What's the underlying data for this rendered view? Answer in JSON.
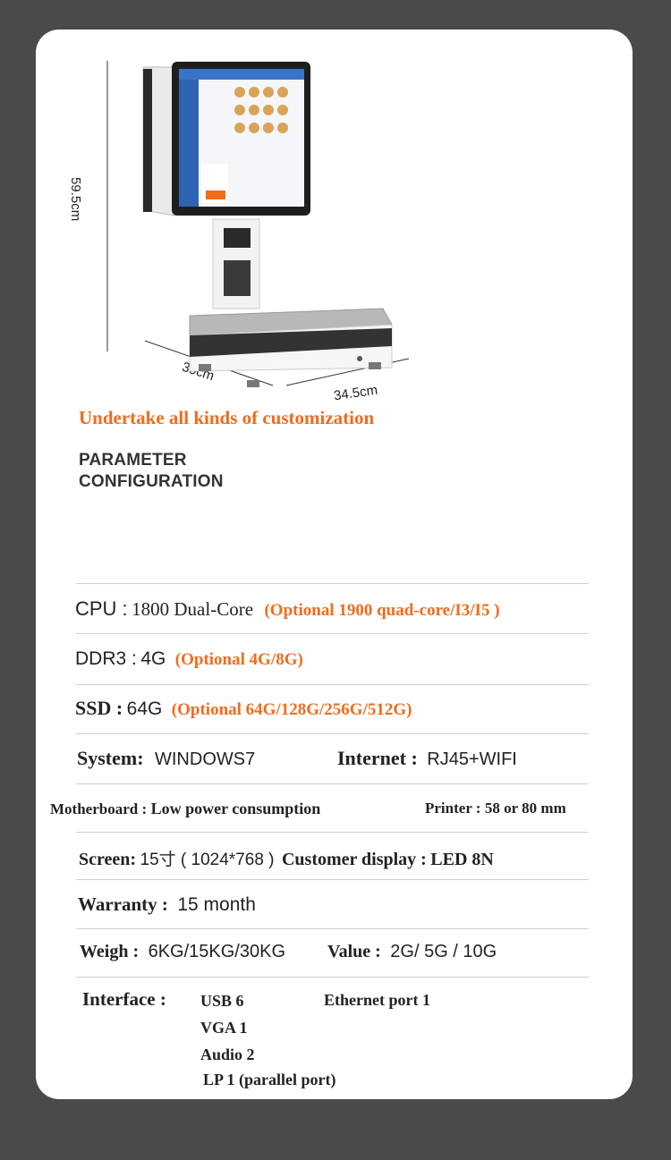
{
  "dimensions": {
    "height": "59.5cm",
    "width": "39cm",
    "depth": "34.5cm"
  },
  "headline": "Undertake all kinds of customization",
  "section_title": [
    "PARAMETER",
    "CONFIGURATION"
  ],
  "specs": {
    "cpu": {
      "label": "CPU :",
      "value": "1800 Dual-Core",
      "option": "(Optional 1900 quad-core/I3/I5 )"
    },
    "ddr": {
      "label": "DDR3 :",
      "value": "4G",
      "option": "(Optional 4G/8G)"
    },
    "ssd": {
      "label": "SSD :",
      "value": "64G",
      "option": "(Optional 64G/128G/256G/512G)"
    },
    "system": {
      "label": "System:",
      "value": "WINDOWS7"
    },
    "internet": {
      "label": "Internet :",
      "value": "RJ45+WIFI"
    },
    "motherboard": {
      "label": "Motherboard :",
      "value": "Low power consumption"
    },
    "printer": {
      "label": "Printer :",
      "value": "58 or 80 mm"
    },
    "screen": {
      "label": "Screen:",
      "value": "15寸 ( 1024*768 )"
    },
    "customer_display": {
      "label": "Customer display :",
      "value": "LED 8N"
    },
    "warranty": {
      "label": "Warranty :",
      "value": "15 month"
    },
    "weigh": {
      "label": "Weigh :",
      "value": "6KG/15KG/30KG"
    },
    "value": {
      "label": "Value :",
      "value": "2G/ 5G / 10G"
    },
    "interface": {
      "label": "Interface :",
      "items": [
        "USB  6",
        "VGA  1",
        "Audio  2",
        "LP  1 (parallel port)"
      ],
      "ethernet": "Ethernet port  1"
    }
  },
  "colors": {
    "accent": "#ef6c1d",
    "background": "#4a4a4a",
    "card": "#ffffff"
  }
}
